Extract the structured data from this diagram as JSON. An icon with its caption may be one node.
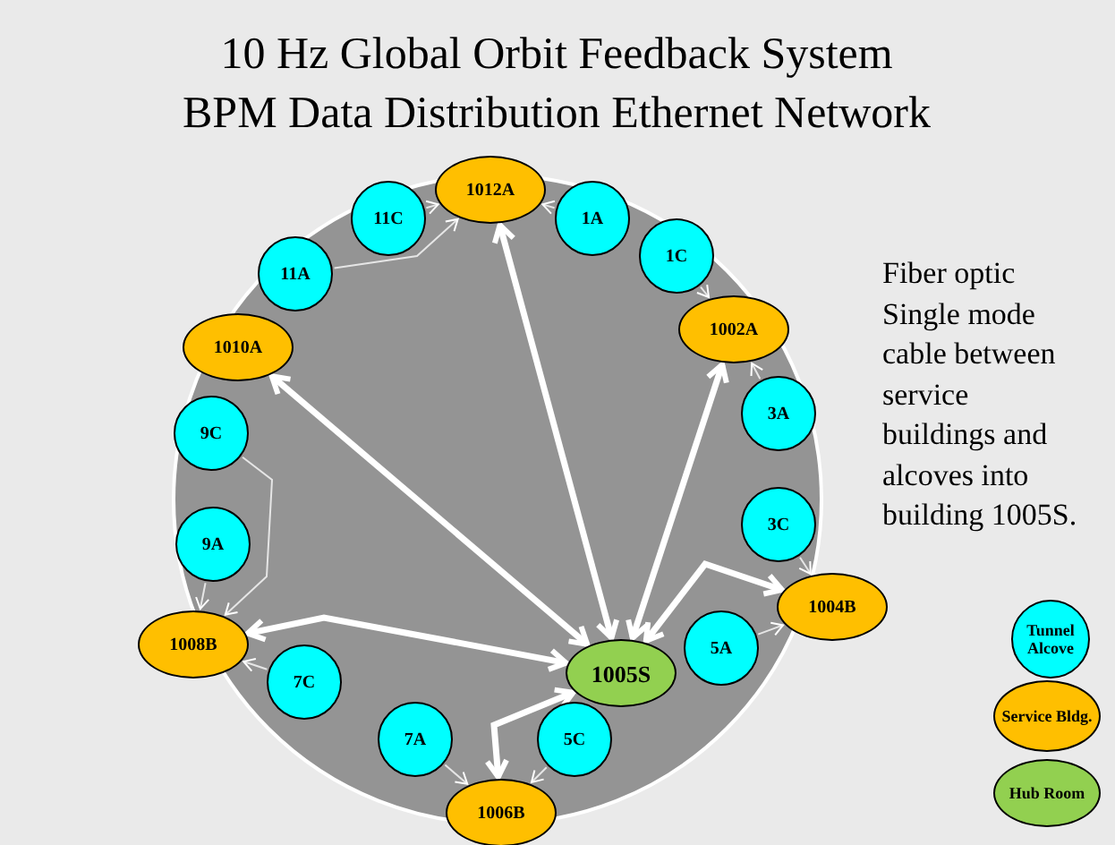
{
  "diagram": {
    "title": "10 Hz Global Orbit Feedback System BPM Data Distribution Ethernet Network",
    "nodes": [
      {
        "text": [
          "1012A"
        ]
      },
      {
        "text": [
          "11C"
        ]
      },
      {
        "text": [
          "1A"
        ]
      },
      {
        "text": [
          "11A"
        ]
      },
      {
        "text": [
          "1C"
        ]
      },
      {
        "text": [
          "1010A"
        ]
      },
      {
        "text": [
          "1002A"
        ]
      },
      {
        "text": [
          "9C"
        ]
      },
      {
        "text": [
          "3A"
        ]
      },
      {
        "text": [
          "9A"
        ]
      },
      {
        "text": [
          "3C"
        ]
      },
      {
        "text": [
          "1008B"
        ]
      },
      {
        "text": [
          "1004B"
        ]
      },
      {
        "text": [
          "5A"
        ]
      },
      {
        "text": [
          "1005S"
        ]
      },
      {
        "text": [
          "7C"
        ]
      },
      {
        "text": [
          "7A"
        ]
      },
      {
        "text": [
          "5C"
        ]
      },
      {
        "text": [
          "1006B"
        ]
      }
    ],
    "edges": [
      {
        "from": 1,
        "to": 0,
        "arrow": "to"
      },
      {
        "from": 3,
        "to": 0,
        "arrow": "to"
      },
      {
        "from": 2,
        "to": 0,
        "arrow": "to"
      },
      {
        "from": 4,
        "to": 6,
        "arrow": "to"
      },
      {
        "from": 8,
        "to": 6,
        "arrow": "to"
      },
      {
        "from": 0,
        "to": 14,
        "arrow": "both",
        "style": "thick"
      },
      {
        "from": 6,
        "to": 14,
        "arrow": "both",
        "style": "thick"
      },
      {
        "from": 5,
        "to": 14,
        "arrow": "both",
        "style": "thick"
      },
      {
        "from": 7,
        "to": 11,
        "arrow": "to"
      },
      {
        "from": 9,
        "to": 11,
        "arrow": "to"
      },
      {
        "from": 15,
        "to": 11,
        "arrow": "to"
      },
      {
        "from": 11,
        "to": 14,
        "arrow": "both",
        "style": "thick"
      },
      {
        "from": 16,
        "to": 18,
        "arrow": "to"
      },
      {
        "from": 17,
        "to": 18,
        "arrow": "to"
      },
      {
        "from": 18,
        "to": 14,
        "arrow": "both",
        "style": "thick"
      },
      {
        "from": 10,
        "to": 12,
        "arrow": "to"
      },
      {
        "from": 13,
        "to": 12,
        "arrow": "to"
      },
      {
        "from": 12,
        "to": 14,
        "arrow": "both",
        "style": "thick"
      }
    ],
    "labels": [
      "Fiber optic Single mode cable between service buildings and alcoves into building 1005S."
    ],
    "legend": [
      {
        "text": "Tunnel Alcove",
        "color": "#00ffff"
      },
      {
        "text": "Service Bldg.",
        "color": "#ffbf00"
      },
      {
        "text": "Hub Room",
        "color": "#92d050"
      }
    ]
  }
}
